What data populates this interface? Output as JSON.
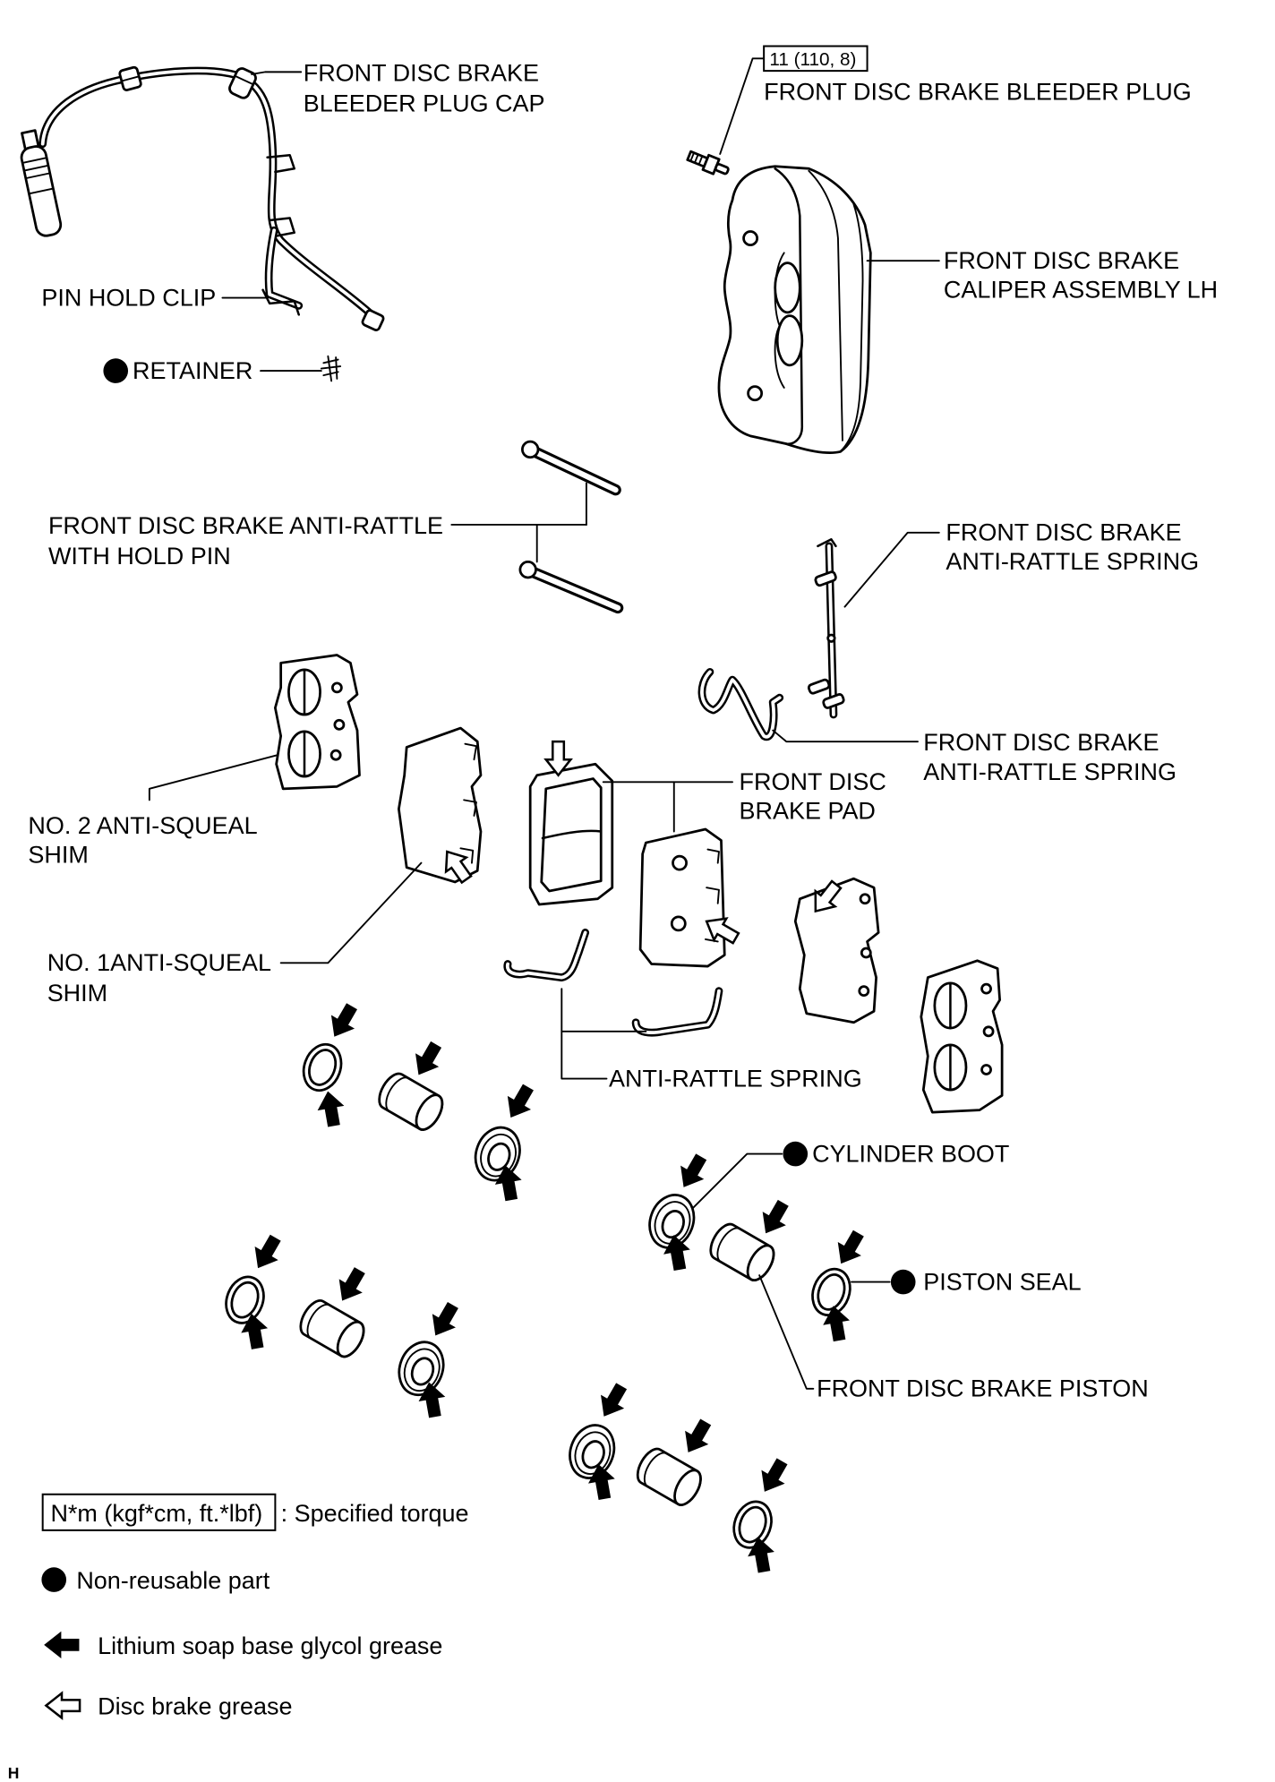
{
  "callouts": {
    "bleeder_plug_cap": {
      "line1": "FRONT DISC BRAKE",
      "line2": "BLEEDER PLUG CAP"
    },
    "pin_hold_clip": {
      "line1": "PIN HOLD CLIP"
    },
    "retainer": {
      "line1": "RETAINER"
    },
    "bleeder_plug": {
      "torque": "11 (110, 8)",
      "line1": "FRONT DISC BRAKE BLEEDER PLUG"
    },
    "caliper": {
      "line1": "FRONT DISC BRAKE",
      "line2": "CALIPER ASSEMBLY LH"
    },
    "anti_rattle_hold_pin": {
      "line1": "FRONT DISC BRAKE ANTI-RATTLE",
      "line2": "WITH HOLD PIN"
    },
    "anti_rattle_spring_upper": {
      "line1": "FRONT DISC BRAKE",
      "line2": "ANTI-RATTLE SPRING"
    },
    "anti_rattle_spring_lower": {
      "line1": "FRONT DISC BRAKE",
      "line2": "ANTI-RATTLE SPRING"
    },
    "brake_pad": {
      "line1": "FRONT DISC",
      "line2": "BRAKE PAD"
    },
    "no2_shim": {
      "line1": "NO. 2 ANTI-SQUEAL",
      "line2": "SHIM"
    },
    "no1_shim": {
      "line1": "NO. 1ANTI-SQUEAL",
      "line2": "SHIM"
    },
    "anti_rattle_spring": {
      "line1": "ANTI-RATTLE SPRING"
    },
    "cylinder_boot": {
      "line1": "CYLINDER BOOT"
    },
    "piston_seal": {
      "line1": "PISTON SEAL"
    },
    "piston": {
      "line1": "FRONT DISC BRAKE PISTON"
    }
  },
  "legend": {
    "torque_unit": "N*m (kgf*cm, ft.*lbf)",
    "torque_desc": ": Specified torque",
    "non_reusable": "Non-reusable part",
    "lithium_grease": "Lithium soap base glycol grease",
    "disc_grease": "Disc brake grease"
  },
  "figure_code": "H",
  "icons": {
    "non_reusable": "filled-circle-icon",
    "lithium_grease": "filled-arrow-icon",
    "disc_grease": "hollow-arrow-icon"
  },
  "colors": {
    "ink": "#000000",
    "paper": "#ffffff"
  }
}
